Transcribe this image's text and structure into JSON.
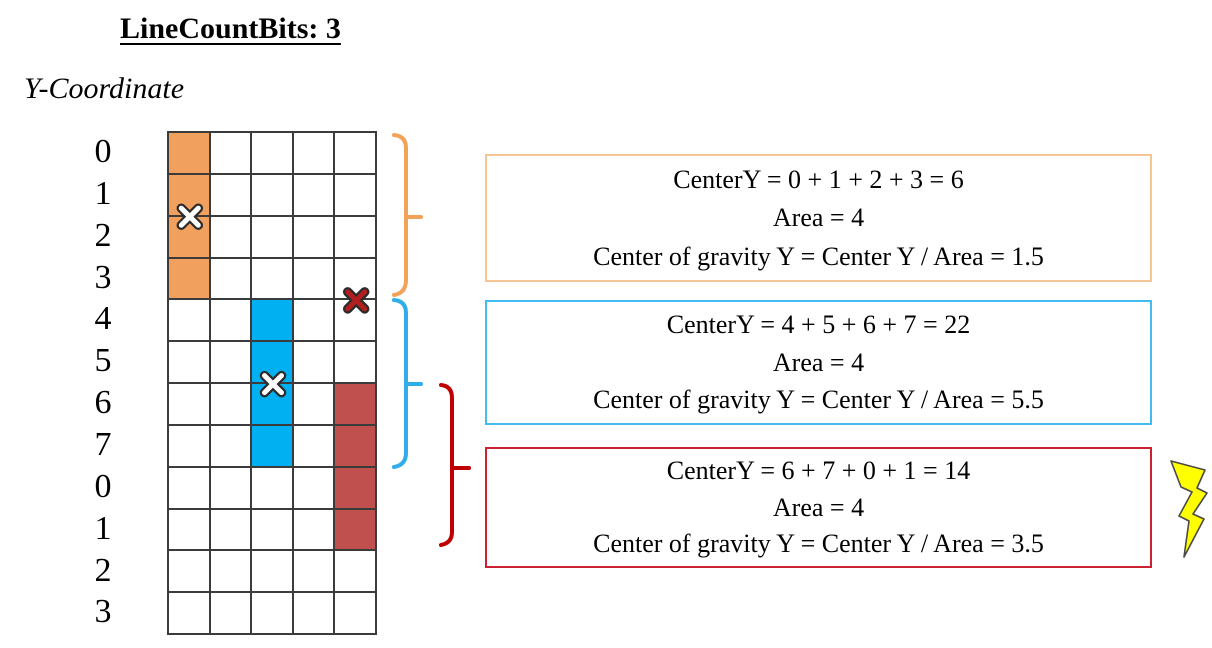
{
  "title": "LineCountBits: 3",
  "y_axis_label": "Y-Coordinate",
  "grid": {
    "columns": 5,
    "row_labels": [
      "0",
      "1",
      "2",
      "3",
      "4",
      "5",
      "6",
      "7",
      "0",
      "1",
      "2",
      "3"
    ],
    "regions": [
      {
        "name": "segment-1",
        "color_key": "orange",
        "col": 0,
        "rows": [
          0,
          1,
          2,
          3
        ]
      },
      {
        "name": "segment-2",
        "color_key": "blue",
        "col": 2,
        "rows": [
          4,
          5,
          6,
          7
        ]
      },
      {
        "name": "segment-3",
        "color_key": "dark_red",
        "col": 4,
        "rows": [
          6,
          7,
          8,
          9
        ]
      }
    ],
    "markers": [
      {
        "name": "cog-marker-segment-1",
        "col": 0,
        "row_boundary": 2,
        "style": "white"
      },
      {
        "name": "cog-marker-segment-2",
        "col": 2,
        "row_boundary": 6,
        "style": "white"
      },
      {
        "name": "cog-marker-segment-3",
        "col": 4,
        "row_boundary": 4,
        "style": "red"
      }
    ]
  },
  "formula_boxes": [
    {
      "accent": "orange",
      "lines": [
        "CenterY = 0 + 1 + 2 + 3 = 6",
        "Area = 4",
        "Center of gravity Y = Center Y / Area = 1.5"
      ]
    },
    {
      "accent": "blue",
      "lines": [
        "CenterY = 4 + 5 + 6 + 7 = 22",
        "Area = 4",
        "Center of gravity Y = Center Y / Area = 5.5"
      ]
    },
    {
      "accent": "red",
      "lines": [
        "CenterY = 6 + 7 + 0 + 1 = 14",
        "Area = 4",
        "Center of gravity Y = Center Y / Area = 3.5"
      ]
    }
  ],
  "icons": {
    "lightning": "lightning-bolt"
  },
  "colors": {
    "orange": "#F2A05E",
    "orange_box_border": "#F7C493",
    "orange_brace": "#F2A259",
    "blue": "#00B0F0",
    "blue_box_border": "#3FBCF2",
    "blue_brace": "#31AEE7",
    "dark_red": "#C0504D",
    "red_brace": "#C00000",
    "red_box_border": "#CB2130",
    "red_marker": "#B01E1E",
    "marker_outline": "#2B2B2B",
    "lightning_fill": "#FFFF00",
    "grid_line": "#3B3B3B",
    "text": "#000000"
  }
}
